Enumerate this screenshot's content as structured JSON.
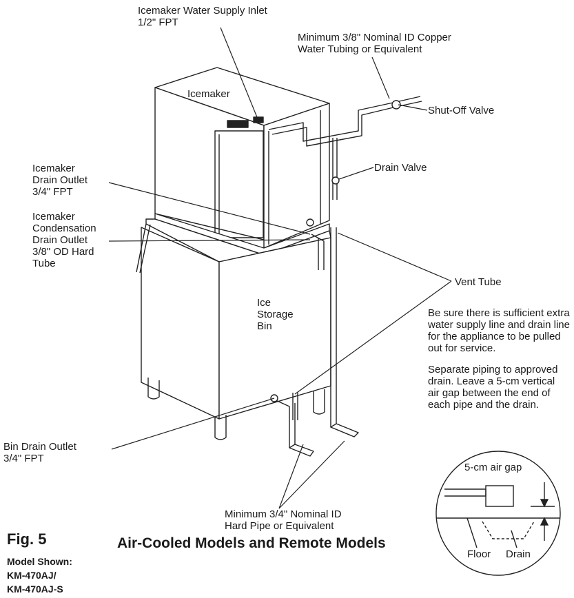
{
  "labels": {
    "water_inlet": "Icemaker Water Supply Inlet\n1/2\" FPT",
    "copper_tubing": "Minimum 3/8\" Nominal ID Copper\nWater Tubing or Equivalent",
    "icemaker": "Icemaker",
    "shutoff_valve": "Shut-Off Valve",
    "drain_valve": "Drain Valve",
    "drain_outlet": "Icemaker\nDrain Outlet\n3/4\" FPT",
    "condensation_outlet": "Icemaker\nCondensation\nDrain Outlet\n3/8\" OD Hard\nTube",
    "vent_tube": "Vent Tube",
    "storage_bin": "Ice\nStorage\nBin",
    "bin_drain_outlet": "Bin Drain Outlet\n3/4\" FPT",
    "hard_pipe": "Minimum 3/4\" Nominal ID\nHard Pipe or Equivalent"
  },
  "notes": {
    "service": "Be sure there is sufficient extra water supply line and drain line for the appliance to be pulled out for service.",
    "air_gap": "Separate piping to approved drain. Leave a 5-cm vertical air gap between the end of each pipe and the drain."
  },
  "inset": {
    "title": "5-cm air gap",
    "floor": "Floor",
    "drain": "Drain"
  },
  "figure": {
    "number": "Fig. 5",
    "title": "Air-Cooled Models and Remote Models",
    "model_shown": "Model Shown:\nKM-470AJ/\nKM-470AJ-S"
  }
}
